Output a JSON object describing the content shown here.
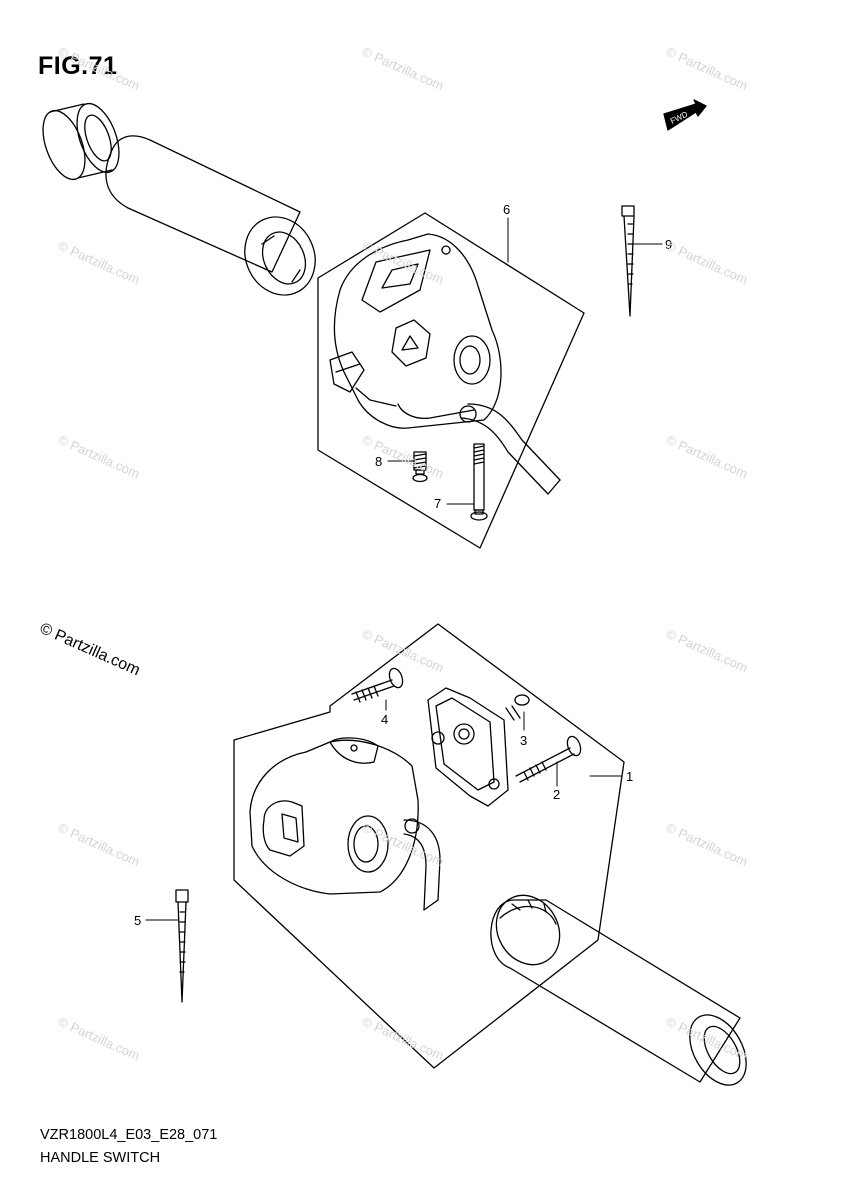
{
  "figure_label": "FIG.71",
  "model_code": "VZR1800L4_E03_E28_071",
  "section_name": "HANDLE SWITCH",
  "copyright": "© Partzilla.com",
  "watermark": "© Partzilla.com",
  "fwd_label": "FWD",
  "callouts": [
    "1",
    "2",
    "3",
    "4",
    "5",
    "6",
    "7",
    "8",
    "9"
  ]
}
